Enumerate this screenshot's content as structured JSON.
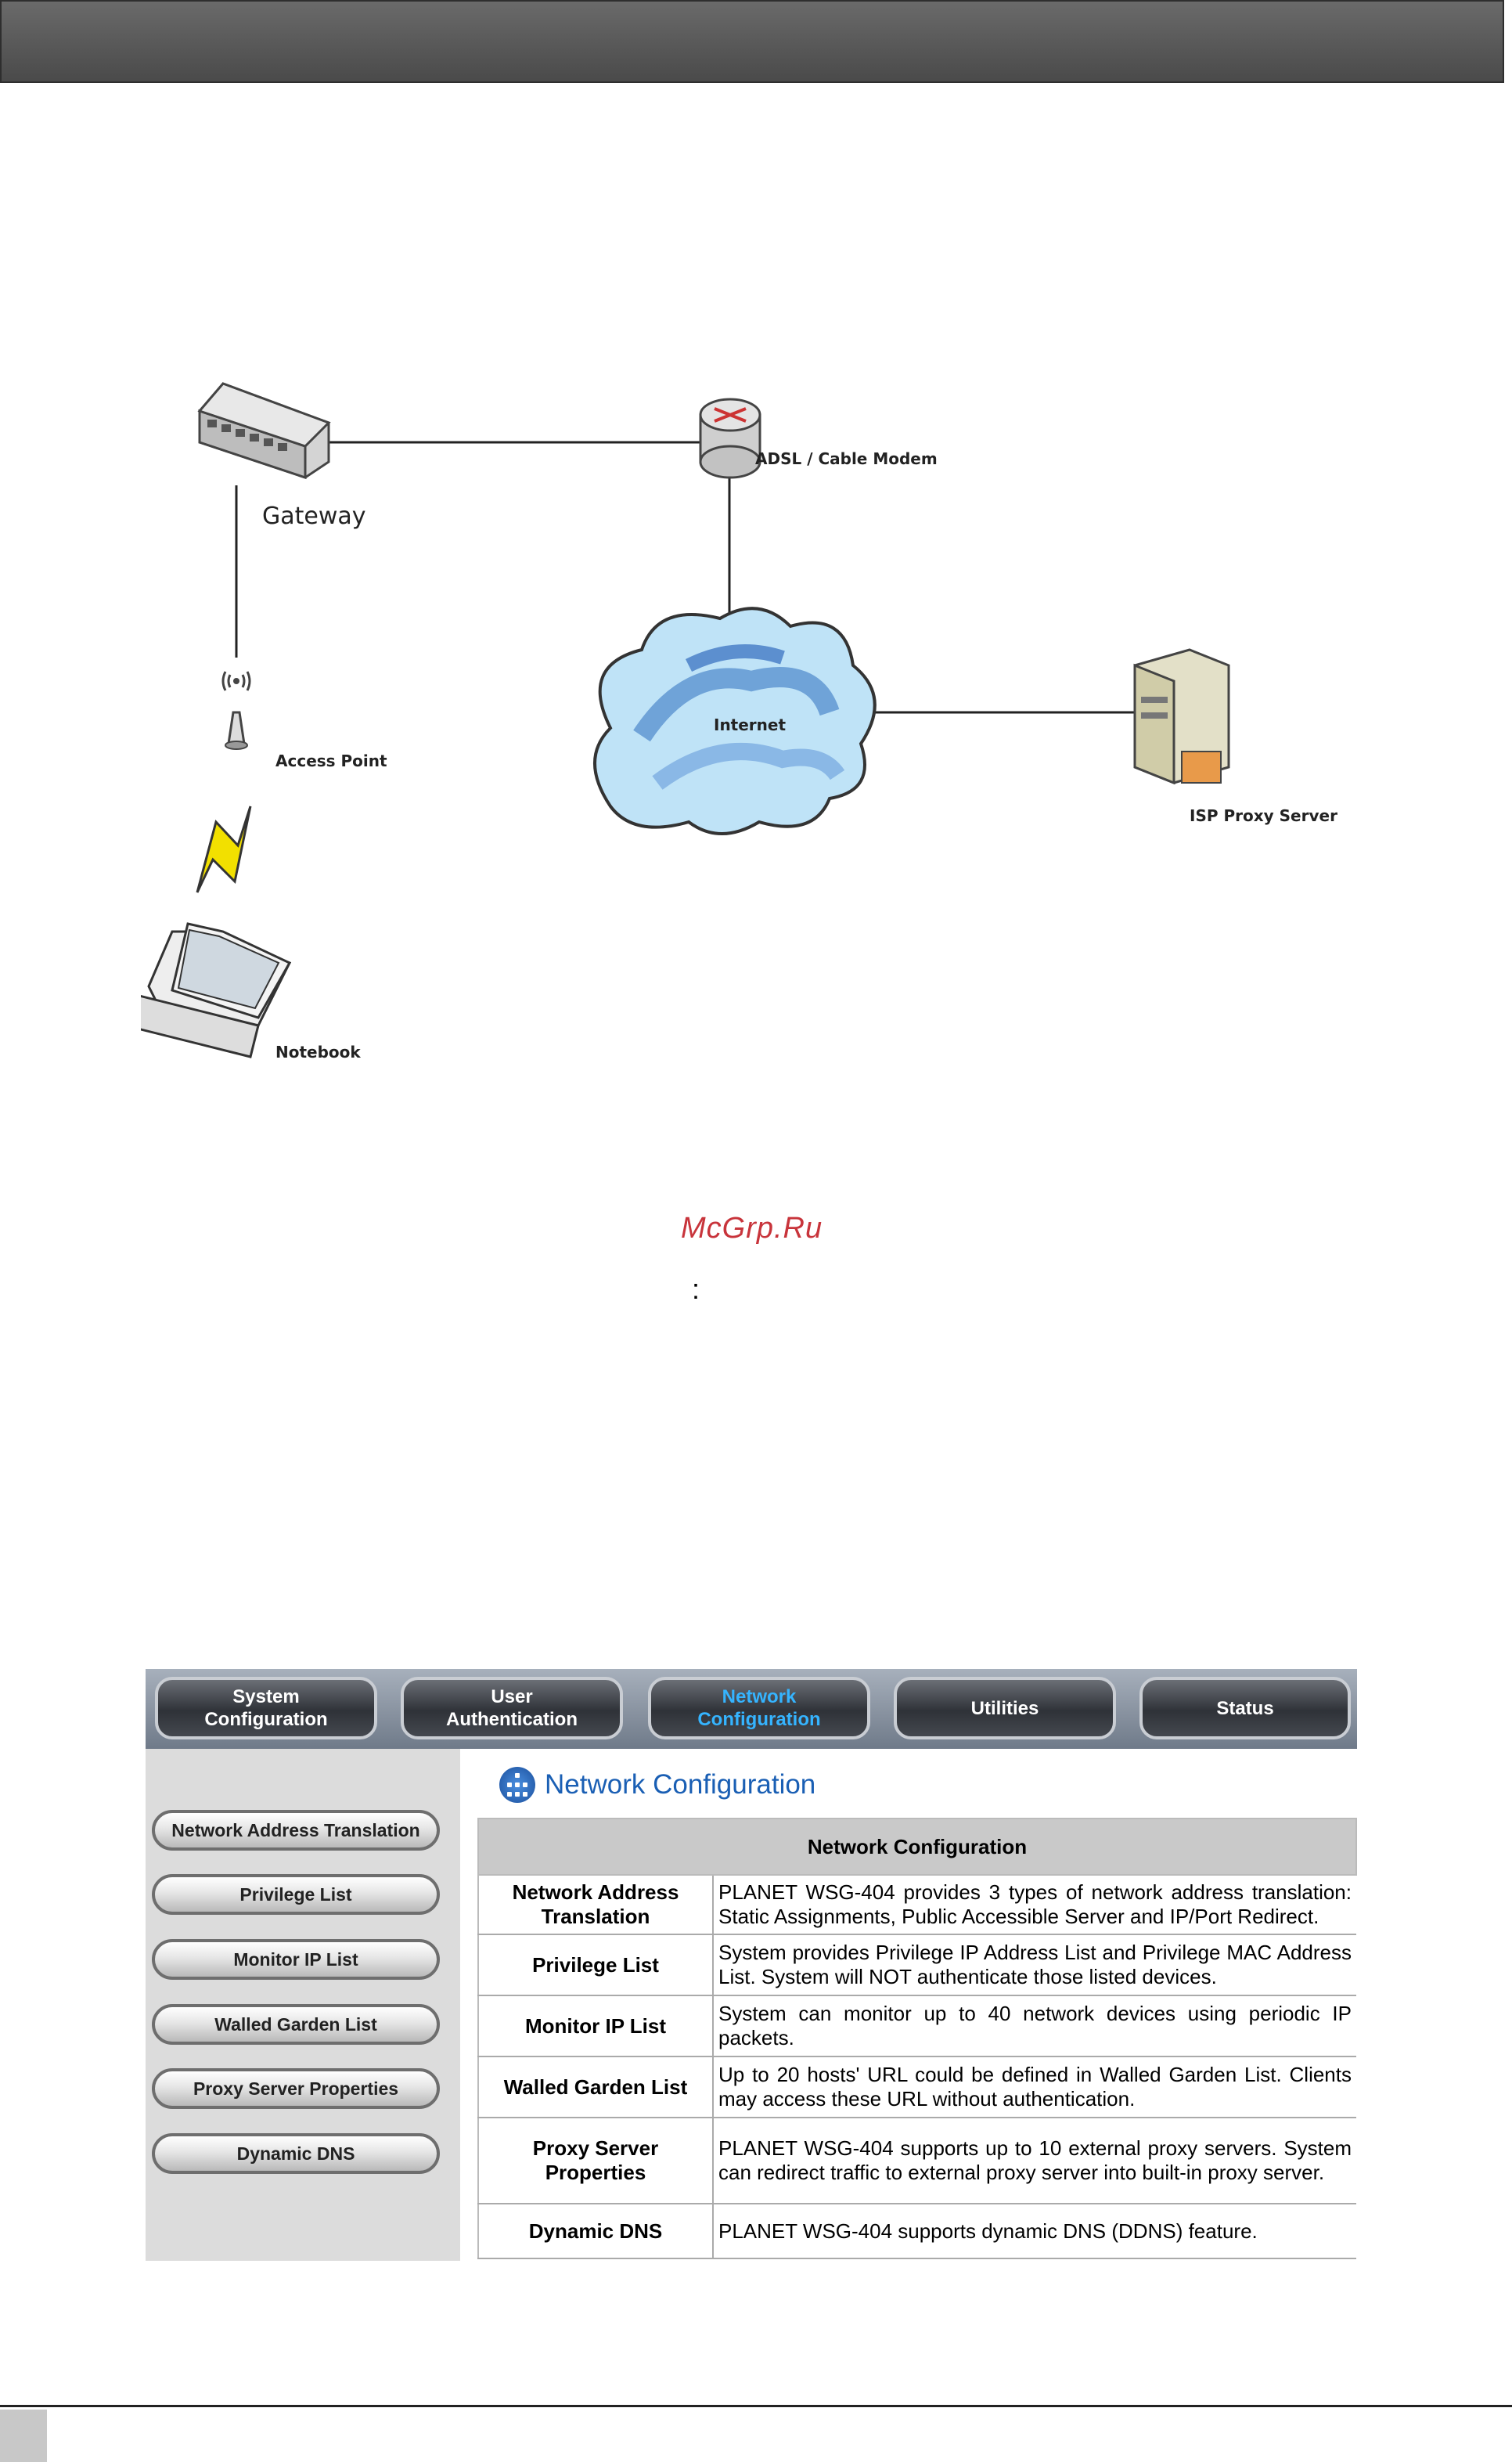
{
  "diagram": {
    "labels": {
      "gateway": "Gateway",
      "modem": "ADSL / Cable Modem",
      "access_point": "Access Point",
      "internet": "Internet",
      "proxy_server": "ISP Proxy Server",
      "notebook": "Notebook"
    }
  },
  "watermark": "McGrp.Ru",
  "colon": ":",
  "ui": {
    "tabs": [
      {
        "label": "System\nConfiguration"
      },
      {
        "label": "User\nAuthentication"
      },
      {
        "label": "Network\nConfiguration"
      },
      {
        "label": "Utilities"
      },
      {
        "label": "Status"
      }
    ],
    "sidebar": {
      "items": [
        {
          "label": "Network Address Translation"
        },
        {
          "label": "Privilege List"
        },
        {
          "label": "Monitor IP List"
        },
        {
          "label": "Walled Garden List"
        },
        {
          "label": "Proxy Server Properties"
        },
        {
          "label": "Dynamic DNS"
        }
      ]
    },
    "page_title": "Network Configuration",
    "table": {
      "header": "Network Configuration",
      "rows": [
        {
          "name": "Network Address Translation",
          "desc": "PLANET WSG-404 provides 3 types of network address translation: Static Assignments, Public Accessible Server and IP/Port Redirect."
        },
        {
          "name": "Privilege List",
          "desc": "System provides Privilege IP Address List and Privilege MAC Address List. System will NOT authenticate those listed devices."
        },
        {
          "name": "Monitor IP List",
          "desc": "System can monitor up to 40 network devices using periodic IP packets."
        },
        {
          "name": "Walled Garden List",
          "desc": "Up to 20 hosts' URL could be defined in Walled Garden List. Clients may access these URL without authentication."
        },
        {
          "name": "Proxy Server Properties",
          "desc": "PLANET WSG-404 supports up to 10 external proxy servers. System can redirect traffic to external proxy server into built-in proxy server."
        },
        {
          "name": "Dynamic DNS",
          "desc": "PLANET WSG-404 supports dynamic DNS (DDNS) feature."
        }
      ]
    }
  }
}
